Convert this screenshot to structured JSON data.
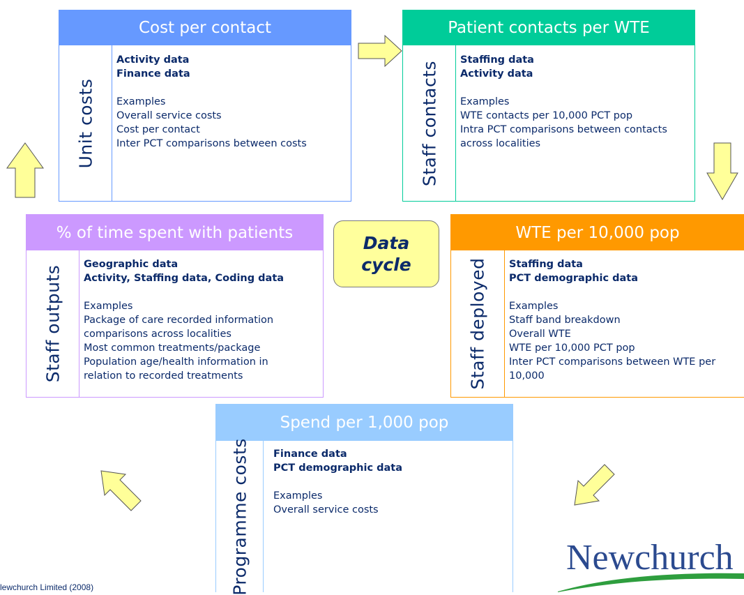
{
  "colors": {
    "blue_header": "#6699ff",
    "green_header": "#00cc99",
    "purple_header": "#cc99ff",
    "orange_header": "#ff9900",
    "lightblue_header": "#99ccff",
    "arrow_fill": "#ffff99",
    "text": "#0b2a6a"
  },
  "boxes": {
    "cost_per_contact": {
      "title": "Cost per contact",
      "side_label": "Unit costs",
      "lines": [
        "Activity data",
        "Finance data",
        "",
        "Examples",
        "Overall service costs",
        "Cost per contact",
        "Inter PCT comparisons between costs"
      ]
    },
    "patient_contacts": {
      "title": "Patient contacts per WTE",
      "side_label": "Staff contacts",
      "lines": [
        "Staffing data",
        "Activity data",
        "",
        "Examples",
        "WTE contacts per 10,000 PCT pop",
        "Intra PCT comparisons between contacts",
        "across localities"
      ]
    },
    "time_with_patients": {
      "title": "% of time spent with patients",
      "side_label": "Staff outputs",
      "lines": [
        "Geographic data",
        "Activity, Staffing data, Coding data",
        "",
        "Examples",
        "Package of care recorded information",
        "comparisons across localities",
        "Most common treatments/package",
        "Population age/health information in",
        "relation to recorded treatments"
      ]
    },
    "wte_per_pop": {
      "title": "WTE per 10,000 pop",
      "side_label": "Staff deployed",
      "lines": [
        "Staffing data",
        "PCT demographic data",
        "",
        "Examples",
        "Staff band breakdown",
        "Overall WTE",
        "WTE per 10,000 PCT pop",
        "Inter PCT comparisons between WTE per",
        "10,000"
      ]
    },
    "spend_per_pop": {
      "title": "Spend per 1,000 pop",
      "side_label": "Programme costs",
      "lines": [
        "Finance data",
        "PCT demographic data",
        "",
        "Examples",
        "Overall service costs"
      ]
    }
  },
  "center": {
    "line1": "Data",
    "line2": "cycle"
  },
  "footer": "lewchurch Limited (2008)",
  "logo": {
    "text": "Newchurch"
  }
}
